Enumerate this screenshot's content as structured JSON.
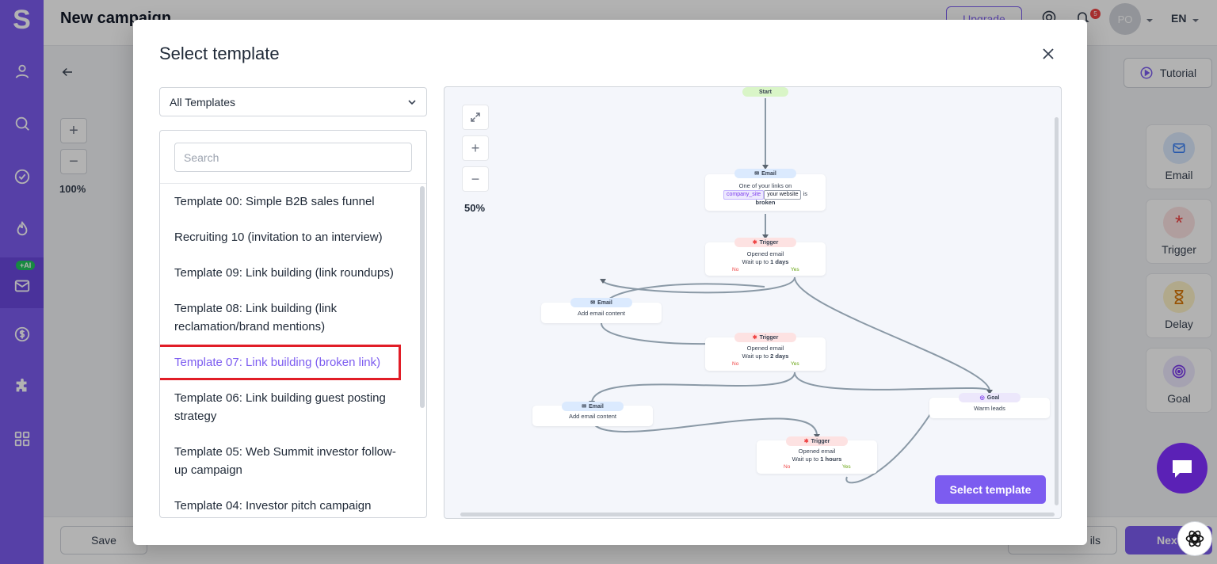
{
  "app": {
    "logo": "S",
    "title": "New campaign",
    "upgrade_label": "Upgrade",
    "notifications_count": "5",
    "avatar_initials": "PO",
    "language": "EN",
    "tutorial_label": "Tutorial",
    "zoom_level": "100%",
    "ai_badge": "+AI",
    "save_label": "Save",
    "details_label": "ils",
    "next_label": "Nex"
  },
  "toolbox": [
    {
      "label": "Email",
      "icon": "mail-icon"
    },
    {
      "label": "Trigger",
      "icon": "asterisk-icon"
    },
    {
      "label": "Delay",
      "icon": "hourglass-icon"
    },
    {
      "label": "Goal",
      "icon": "target-icon"
    }
  ],
  "modal": {
    "title": "Select template",
    "filter_value": "All Templates",
    "search_placeholder": "Search",
    "templates": [
      "Template 00: Simple B2B sales funnel",
      "Recruiting 10 (invitation to an interview)",
      "Template 09: Link building (link roundups)",
      "Template 08: Link building (link reclamation/brand mentions)",
      "Template 07: Link building (broken link)",
      "Template 06: Link building guest posting strategy",
      "Template 05: Web Summit investor follow-up campaign",
      "Template 04: Investor pitch campaign"
    ],
    "selected_index": 4,
    "preview_zoom": "50%",
    "select_button": "Select template"
  },
  "flow": {
    "start": "Start",
    "email1": {
      "label": "Email",
      "line1": "One of your links on",
      "tag1": "company_site",
      "tag2": "your website",
      "after": "is",
      "line3": "broken"
    },
    "trigger1": {
      "label": "Trigger",
      "line1": "Opened email",
      "wait_prefix": "Wait up to",
      "wait": "1 days",
      "no": "No",
      "yes": "Yes"
    },
    "email2": {
      "label": "Email",
      "line1": "Add email content"
    },
    "trigger2": {
      "label": "Trigger",
      "line1": "Opened email",
      "wait_prefix": "Wait up to",
      "wait": "2 days",
      "no": "No",
      "yes": "Yes"
    },
    "email3": {
      "label": "Email",
      "line1": "Add email content"
    },
    "goal": {
      "label": "Goal",
      "line1": "Warm leads"
    },
    "trigger3": {
      "label": "Trigger",
      "line1": "Opened email",
      "wait_prefix": "Wait up to",
      "wait": "1 hours",
      "no": "No",
      "yes": "Yes"
    }
  },
  "colors": {
    "brand": "#7c5cf0",
    "highlight": "#e11d27",
    "ai_badge": "#22c55e"
  }
}
